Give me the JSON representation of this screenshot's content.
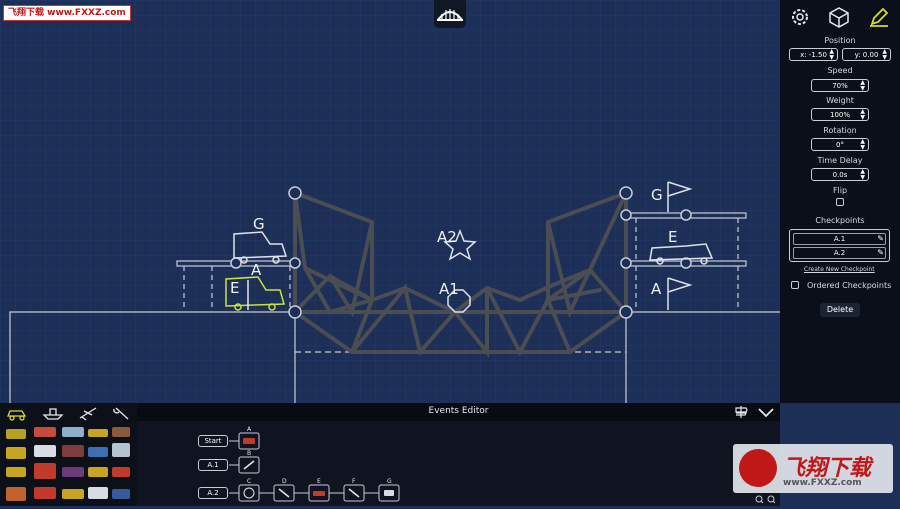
{
  "watermark": {
    "top": "飞翔下载 www.FXXZ.com",
    "brand": "飞翔下载",
    "url": "www.FXXZ.com"
  },
  "scene": {
    "labels": {
      "g_left": "G",
      "a_left": "A",
      "e_left": "E",
      "a2": "A2",
      "a1": "A1",
      "g_right": "G",
      "e_right": "E",
      "a_right": "A"
    }
  },
  "panel": {
    "position_label": "Position",
    "pos_x": "x: -1.50",
    "pos_y": "y: 0.00",
    "speed_label": "Speed",
    "speed_value": "70%",
    "weight_label": "Weight",
    "weight_value": "100%",
    "rotation_label": "Rotation",
    "rotation_value": "0°",
    "time_delay_label": "Time Delay",
    "time_delay_value": "0.0s",
    "flip_label": "Flip",
    "checkpoints_label": "Checkpoints",
    "checkpoints": [
      "A.1",
      "A.2"
    ],
    "create_checkpoint": "Create New Checkpoint",
    "ordered_label": "Ordered Checkpoints",
    "delete_label": "Delete"
  },
  "events": {
    "title": "Events Editor",
    "rows": [
      {
        "label": "Start",
        "steps": [
          "A"
        ]
      },
      {
        "label": "A.1",
        "steps": [
          "B"
        ]
      },
      {
        "label": "A.2",
        "steps": [
          "C",
          "D",
          "E",
          "F",
          "G"
        ]
      }
    ]
  },
  "colors": {
    "background": "#1d2f57",
    "panel": "#0b0f19",
    "selected": "#c9e33a",
    "truss": "#4a4d52"
  }
}
